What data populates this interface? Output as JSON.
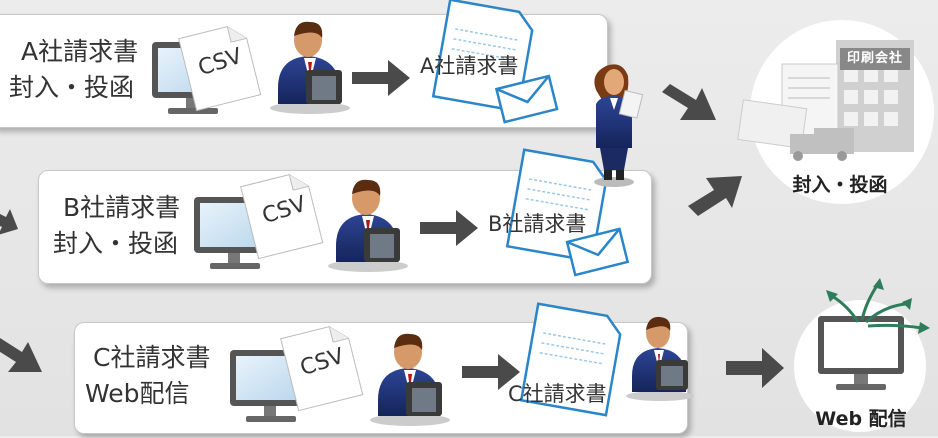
{
  "rows": [
    {
      "title": "A社請求書",
      "subtitle": "封入・投函",
      "csv": "CSV",
      "document": "A社請求書"
    },
    {
      "title": "B社請求書",
      "subtitle": "封入・投函",
      "csv": "CSV",
      "document": "B社請求書"
    },
    {
      "title": "C社請求書",
      "subtitle": "Web配信",
      "csv": "CSV",
      "document": "C社請求書"
    }
  ],
  "printing_company": {
    "sign": "印刷会社",
    "caption": "封入・投函"
  },
  "web_delivery": {
    "caption": "Web 配信"
  },
  "colors": {
    "arrow": "#4a4a4a",
    "document_blue": "#2a86c8",
    "monitor_screen": "#cfe3f3",
    "suit": "#1e2f6e"
  }
}
